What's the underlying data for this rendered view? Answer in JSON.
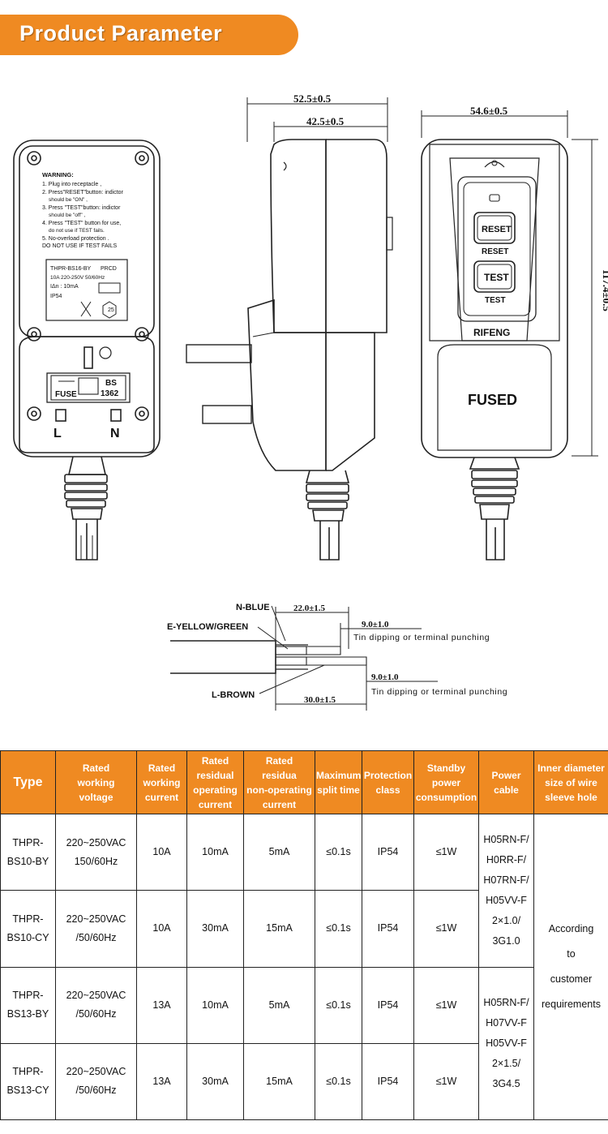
{
  "banner": {
    "title": "Product Parameter"
  },
  "warning_label": {
    "lines": [
      "WARNING:",
      "1. Plug into receptacle ,",
      "2. Press\"RESET\"button: indictor",
      "should be \"ON\" ,",
      "3. Press \"TEST\"button: indictor",
      "should be \"off\" ,",
      "4. Press \"TEST\" button for use,",
      "do not use if TEST fails.",
      "5. No-overload protection .",
      "DO NOT USE IF TEST  FAILS"
    ],
    "model": "THPR-BS16-BY",
    "model_type": "PRCD",
    "rating": "10A   220-250V   50/60Hz",
    "residual": "IΔn : 10mA",
    "ip": "IP54",
    "temp_badge": "25"
  },
  "front_view": {
    "fuse_label": "FUSE",
    "bs_label": "BS",
    "bs_code": "1362",
    "live_label": "L",
    "neutral_label": "N"
  },
  "side_view": {
    "dim_outer": "52.5±0.5",
    "dim_inner": "42.5±0.5"
  },
  "back_view": {
    "dim_width": "54.6±0.5",
    "dim_height": "117.4±0.5",
    "reset_label": "RESET",
    "test_label": "TEST",
    "brand": "RIFENG",
    "fused": "FUSED"
  },
  "wire_diagram": {
    "n_label": "N-BLUE",
    "e_label": "E-YELLOW/GREEN",
    "l_label": "L-BROWN",
    "dim_22": "22.0±1.5",
    "dim_9_top": "9.0±1.0",
    "dim_9_bottom": "9.0±1.0",
    "dim_30": "30.0±1.5",
    "note_top": "Tin dipping or terminal punching",
    "note_bottom": "Tin dipping or terminal punching"
  },
  "table": {
    "headers": {
      "type": "Type",
      "voltage": [
        "Rated",
        "working",
        "voltage"
      ],
      "current": [
        "Rated",
        "working",
        "current"
      ],
      "residual_op": [
        "Rated",
        "residual",
        "operating",
        "current"
      ],
      "residual_nonop": [
        "Rated",
        "residua",
        "non-operating",
        "current"
      ],
      "split_time": [
        "Maximum",
        "split time"
      ],
      "protection": [
        "Protection",
        "class"
      ],
      "standby": [
        "Standby",
        "power",
        "consumption"
      ],
      "cable": [
        "Power",
        "cable"
      ],
      "inner": [
        "Inner diameter",
        "size of wire",
        "sleeve hole"
      ]
    },
    "rows": [
      {
        "type": [
          "THPR-",
          "BS10-BY"
        ],
        "voltage": [
          "220~250VAC",
          "150/60Hz"
        ],
        "current": "10A",
        "residual_op": "10mA",
        "residual_nonop": "5mA",
        "split_time": "≤0.1s",
        "protection": "IP54",
        "standby": "≤1W"
      },
      {
        "type": [
          "THPR-",
          "BS10-CY"
        ],
        "voltage": [
          "220~250VAC",
          "/50/60Hz"
        ],
        "current": "10A",
        "residual_op": "30mA",
        "residual_nonop": "15mA",
        "split_time": "≤0.1s",
        "protection": "IP54",
        "standby": "≤1W"
      },
      {
        "type": [
          "THPR-",
          "BS13-BY"
        ],
        "voltage": [
          "220~250VAC",
          "/50/60Hz"
        ],
        "current": "13A",
        "residual_op": "10mA",
        "residual_nonop": "5mA",
        "split_time": "≤0.1s",
        "protection": "IP54",
        "standby": "≤1W"
      },
      {
        "type": [
          "THPR-",
          "BS13-CY"
        ],
        "voltage": [
          "220~250VAC",
          "/50/60Hz"
        ],
        "current": "13A",
        "residual_op": "30mA",
        "residual_nonop": "15mA",
        "split_time": "≤0.1s",
        "protection": "IP54",
        "standby": "≤1W"
      }
    ],
    "cable_10": [
      "H05RN-F/",
      "H0RR-F/",
      "H07RN-F/",
      "H05VV-F",
      "2×1.0/",
      "3G1.0"
    ],
    "cable_13": [
      "H05RN-F/",
      "H07VV-F",
      "H05VV-F",
      "2×1.5/",
      "3G4.5"
    ],
    "inner_value": [
      "According",
      "to",
      "customer",
      "requirements"
    ]
  },
  "colors": {
    "accent": "#ef8a22",
    "line": "#222222"
  }
}
